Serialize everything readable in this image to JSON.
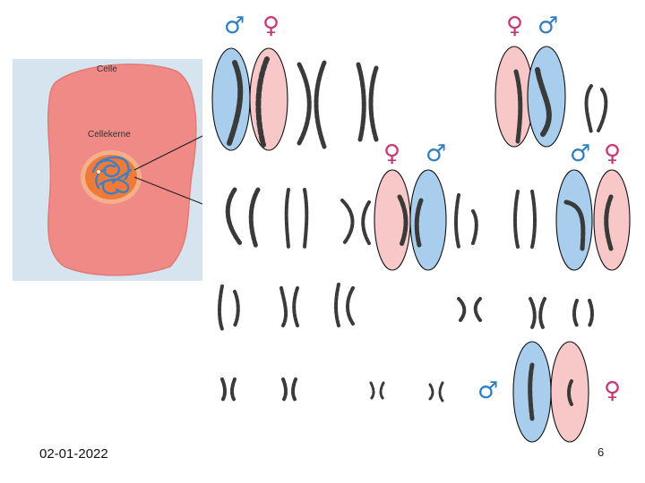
{
  "figure": {
    "cell_label": "Celle",
    "nucleus_label": "Cellekerne",
    "symbols": {
      "male": "♂",
      "female": "♀"
    },
    "colors": {
      "cell_fill": "#ef8a86",
      "cell_panel": "#cfe0ea",
      "nucleus_fill": "#f07a3a",
      "chromatin": "#3f7fc4",
      "male_oval": "#a9cdec",
      "female_oval": "#f8c7c7",
      "oval_stroke": "#111111",
      "chromosome": "#3a3a3a"
    }
  },
  "footer": {
    "date": "02-01-2022",
    "page": "6"
  }
}
